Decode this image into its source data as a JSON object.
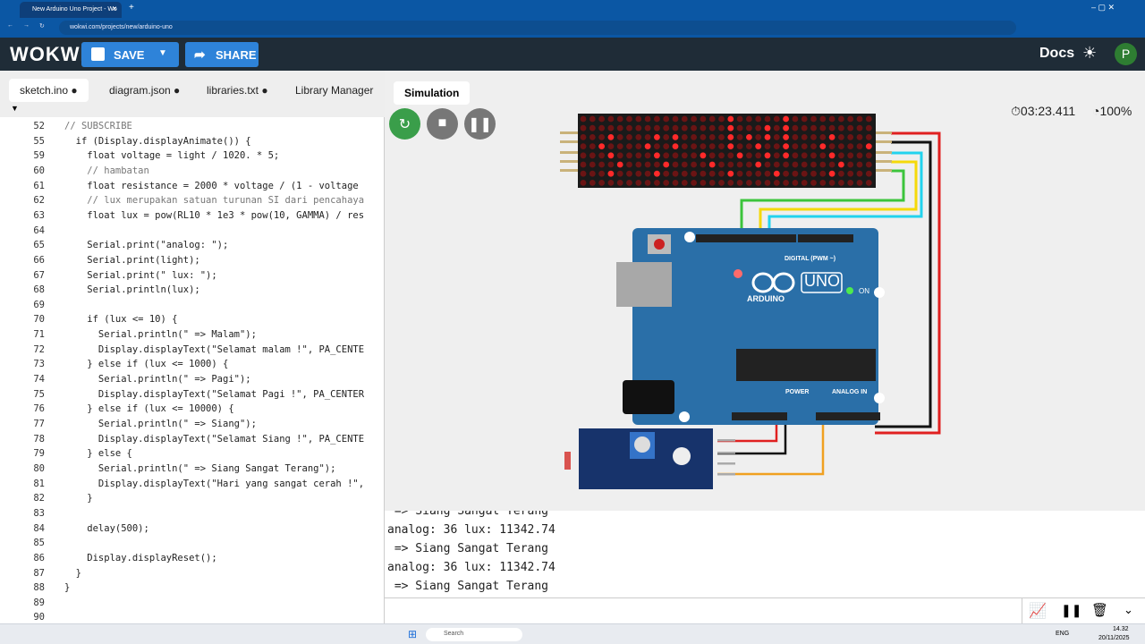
{
  "browser": {
    "tab_title": "New Arduino Uno Project - Wo",
    "url": "wokwi.com/projects/new/arduino-uno"
  },
  "header": {
    "logo": "WOKWI",
    "save": "SAVE",
    "share": "SHARE",
    "docs": "Docs",
    "avatar": "P"
  },
  "editor": {
    "tabs": [
      "sketch.ino",
      "diagram.json",
      "libraries.txt",
      "Library Manager"
    ],
    "lines": [
      {
        "n": "52",
        "t": "// SUBSCRIBE"
      },
      {
        "n": "55",
        "t": "  if (Display.displayAnimate()) {"
      },
      {
        "n": "59",
        "t": "    float voltage = light / 1020. * 5;"
      },
      {
        "n": "60",
        "t": "    // hambatan"
      },
      {
        "n": "61",
        "t": "    float resistance = 2000 * voltage / (1 - voltage"
      },
      {
        "n": "62",
        "t": "    // lux merupakan satuan turunan SI dari pencahaya"
      },
      {
        "n": "63",
        "t": "    float lux = pow(RL10 * 1e3 * pow(10, GAMMA) / res"
      },
      {
        "n": "64",
        "t": ""
      },
      {
        "n": "65",
        "t": "    Serial.print(\"analog: \");"
      },
      {
        "n": "66",
        "t": "    Serial.print(light);"
      },
      {
        "n": "67",
        "t": "    Serial.print(\" lux: \");"
      },
      {
        "n": "68",
        "t": "    Serial.println(lux);"
      },
      {
        "n": "69",
        "t": ""
      },
      {
        "n": "70",
        "t": "    if (lux <= 10) {"
      },
      {
        "n": "71",
        "t": "      Serial.println(\" => Malam\");"
      },
      {
        "n": "72",
        "t": "      Display.displayText(\"Selamat malam !\", PA_CENTE"
      },
      {
        "n": "73",
        "t": "    } else if (lux <= 1000) {"
      },
      {
        "n": "74",
        "t": "      Serial.println(\" => Pagi\");"
      },
      {
        "n": "75",
        "t": "      Display.displayText(\"Selamat Pagi !\", PA_CENTER"
      },
      {
        "n": "76",
        "t": "    } else if (lux <= 10000) {"
      },
      {
        "n": "77",
        "t": "      Serial.println(\" => Siang\");"
      },
      {
        "n": "78",
        "t": "      Display.displayText(\"Selamat Siang !\", PA_CENTE"
      },
      {
        "n": "79",
        "t": "    } else {"
      },
      {
        "n": "80",
        "t": "      Serial.println(\" => Siang Sangat Terang\");"
      },
      {
        "n": "81",
        "t": "      Display.displayText(\"Hari yang sangat cerah !\","
      },
      {
        "n": "82",
        "t": "    }"
      },
      {
        "n": "83",
        "t": ""
      },
      {
        "n": "84",
        "t": "    delay(500);"
      },
      {
        "n": "85",
        "t": ""
      },
      {
        "n": "86",
        "t": "    Display.displayReset();"
      },
      {
        "n": "87",
        "t": "  }"
      },
      {
        "n": "88",
        "t": "}"
      },
      {
        "n": "89",
        "t": ""
      },
      {
        "n": "90",
        "t": ""
      }
    ]
  },
  "simulation": {
    "tab": "Simulation",
    "timer": "03:23.411",
    "speed": "100%"
  },
  "board": {
    "uno": "UNO",
    "arduino": "ARDUINO",
    "on": "ON",
    "digital": "DIGITAL (PWM ~)",
    "analog": "ANALOG IN",
    "power": "POWER"
  },
  "serial": {
    "lines": [
      " => Siang Sangat Terang",
      "analog: 36 lux: 11342.74",
      " => Siang Sangat Terang",
      "analog: 36 lux: 11342.74",
      " => Siang Sangat Terang"
    ]
  },
  "taskbar": {
    "search": "Search",
    "time": "14.32",
    "date": "20/11/2025",
    "lang": "ENG"
  },
  "colors": {
    "header": "#1f2c37",
    "accent": "#2e83d9",
    "board": "#2a6fa8"
  }
}
